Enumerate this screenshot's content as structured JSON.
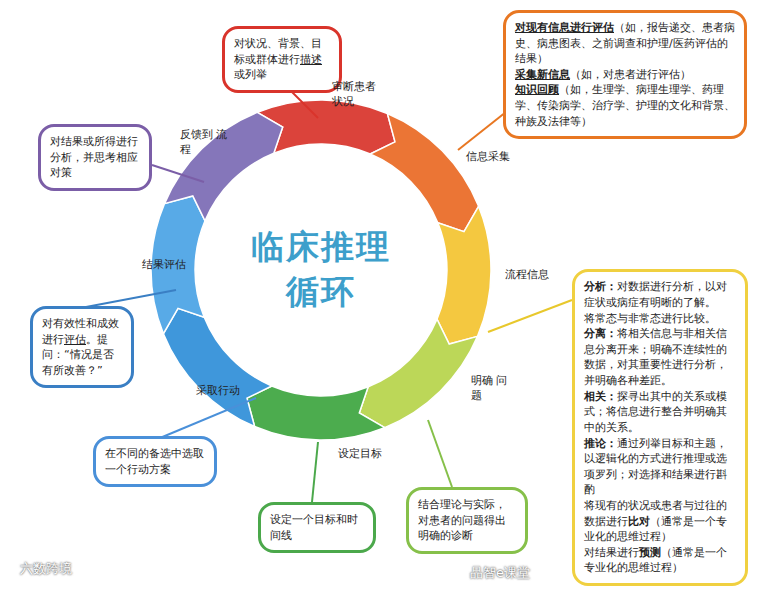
{
  "diagram": {
    "title": "临床推理 循环",
    "nodes": [
      {
        "text": [
          "对状况、背景、目标或群体进行",
          "描述",
          "或列举"
        ]
      },
      {
        "text": [
          "对现有信息进行评估",
          "（如，报告递交、患者病史、病患图表、之前调查和护理/医药评估的结果）",
          "采集新信息",
          "（如，对患者进行评估）",
          "知识回顾",
          "（如，生理学、病理生理学、药理学、传染病学、治疗学、护理的文化和背景、种族及法律等）"
        ]
      },
      {
        "text": [
          "对结果或所得进行分析，并思考相应对策"
        ]
      },
      {
        "text": [
          "分析：",
          "对数据进行分析，以对症状或病症有明晰的了解。",
          "将常态与非常态进行比较。",
          "分离：",
          "将相关信息与非相关信息分离开来；明确不连续性的数据，对其重要性进行分析，并明确各种差距。",
          "相关：",
          "探寻出其中的关系或模式；将信息进行整合并明确其中的关系。",
          "推论：",
          "通过列举目标和主题，以逻辑化的方式进行推理或选项罗列；对选择和结果进行斟酌",
          "将现有的状况或患者与过往的数据进行",
          "比对",
          "（通常是一个专业化的思维过程）",
          "对结果进行",
          "预测",
          "（通常是一个专业化的思维过程）"
        ]
      },
      {
        "text": [
          "对有效性和成效进行",
          "评估",
          "。提问：“情况是否有所改善？”"
        ]
      },
      {
        "text": [
          "在不同的备选中选取一个行动方案"
        ]
      },
      {
        "text": [
          "设定一个目标和时间线"
        ]
      },
      {
        "text": [
          "结合理论与实际，对患者的问题得出明确的诊断"
        ]
      }
    ],
    "labels": [
      "审断患者 状况",
      "信息采集",
      "流程信息",
      "明确 问题",
      "设定目标",
      "采取行动",
      "结果评估",
      "反馈到 流程",
      "六数跨境",
      "品智e课堂"
    ]
  }
}
